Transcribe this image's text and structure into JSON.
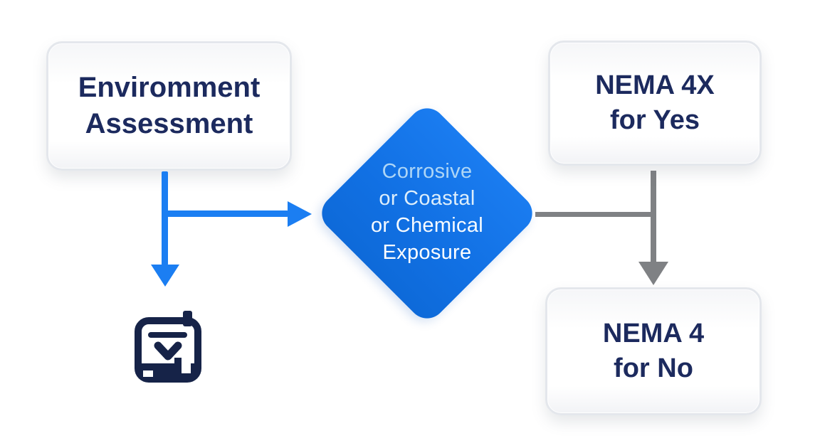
{
  "flowchart": {
    "environment_box": {
      "line1": "Enviromment",
      "line2": "Assessment"
    },
    "decision_diamond": {
      "line1": "Corrosive",
      "line2": "or Coastal",
      "line3": "or Chemical",
      "line4": "Exposure"
    },
    "nema4x_box": {
      "line1": "NEMA 4X",
      "line2": "for Yes"
    },
    "nema4_box": {
      "line1": "NEMA 4",
      "line2": "for No"
    },
    "icon": {
      "name": "enclosure-device-icon"
    }
  },
  "colors": {
    "arrow_blue": "#1b7ef2",
    "arrow_gray": "#7f8184",
    "diamond_blue": "#1374e8",
    "box_text_navy": "#1c2a5e",
    "icon_navy": "#162348",
    "box_border": "#e4e7ec",
    "background": "#ffffff"
  }
}
